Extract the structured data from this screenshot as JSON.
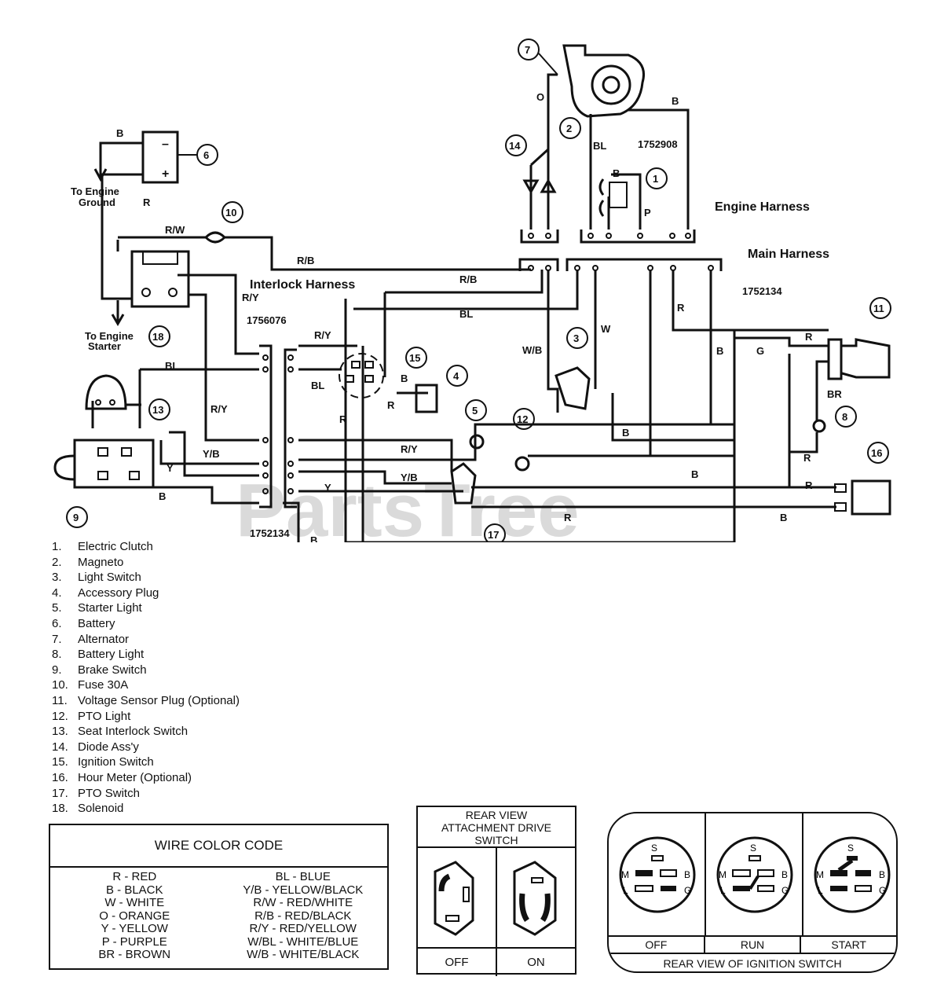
{
  "diagram": {
    "harness_labels": {
      "engine": "Engine Harness",
      "main": "Main Harness",
      "interlock": "Interlock Harness"
    },
    "part_numbers": {
      "engine_harness": "1752908",
      "main_harness": "1752134",
      "interlock_harness": "1756076",
      "interlock_bottom": "1752134"
    },
    "ground_labels": {
      "engine_ground": [
        "To Engine",
        "Ground"
      ],
      "engine_starter": [
        "To Engine",
        "Starter"
      ]
    },
    "callouts": [
      "1",
      "2",
      "3",
      "4",
      "5",
      "6",
      "7",
      "8",
      "9",
      "10",
      "11",
      "12",
      "13",
      "14",
      "15",
      "16",
      "17",
      "18"
    ],
    "wire_labels": [
      "B",
      "R",
      "R/W",
      "R/B",
      "R/Y",
      "BL",
      "W",
      "W/B",
      "O",
      "P",
      "G",
      "BR",
      "Y",
      "Y/B"
    ],
    "watermark": "PartsTree"
  },
  "legend": [
    {
      "num": "1.",
      "text": "Electric Clutch"
    },
    {
      "num": "2.",
      "text": "Magneto"
    },
    {
      "num": "3.",
      "text": "Light Switch"
    },
    {
      "num": "4.",
      "text": "Accessory Plug"
    },
    {
      "num": "5.",
      "text": "Starter Light"
    },
    {
      "num": "6.",
      "text": "Battery"
    },
    {
      "num": "7.",
      "text": "Alternator"
    },
    {
      "num": "8.",
      "text": "Battery Light"
    },
    {
      "num": "9.",
      "text": "Brake Switch"
    },
    {
      "num": "10.",
      "text": "Fuse 30A"
    },
    {
      "num": "11.",
      "text": "Voltage Sensor Plug (Optional)"
    },
    {
      "num": "12.",
      "text": "PTO Light"
    },
    {
      "num": "13.",
      "text": "Seat Interlock Switch"
    },
    {
      "num": "14.",
      "text": "Diode Ass'y"
    },
    {
      "num": "15.",
      "text": "Ignition Switch"
    },
    {
      "num": "16.",
      "text": "Hour Meter (Optional)"
    },
    {
      "num": "17.",
      "text": "PTO Switch"
    },
    {
      "num": "18.",
      "text": "Solenoid"
    }
  ],
  "wire_color_code": {
    "title": "WIRE COLOR CODE",
    "left": [
      "R - RED",
      "B - BLACK",
      "W - WHITE",
      "O - ORANGE",
      "Y - YELLOW",
      "P - PURPLE",
      "BR - BROWN"
    ],
    "right": [
      "BL - BLUE",
      "Y/B - YELLOW/BLACK",
      "R/W - RED/WHITE",
      "R/B - RED/BLACK",
      "R/Y - RED/YELLOW",
      "W/BL - WHITE/BLUE",
      "W/B - WHITE/BLACK"
    ]
  },
  "attachment_switch": {
    "title": [
      "REAR VIEW",
      "ATTACHMENT DRIVE",
      "SWITCH"
    ],
    "states": [
      "OFF",
      "ON"
    ]
  },
  "ignition_switch": {
    "terminals": {
      "s": "S",
      "m": "M",
      "l": "L",
      "b": "B",
      "g": "G"
    },
    "states": [
      "OFF",
      "RUN",
      "START"
    ],
    "caption": "REAR VIEW OF IGNITION SWITCH"
  }
}
